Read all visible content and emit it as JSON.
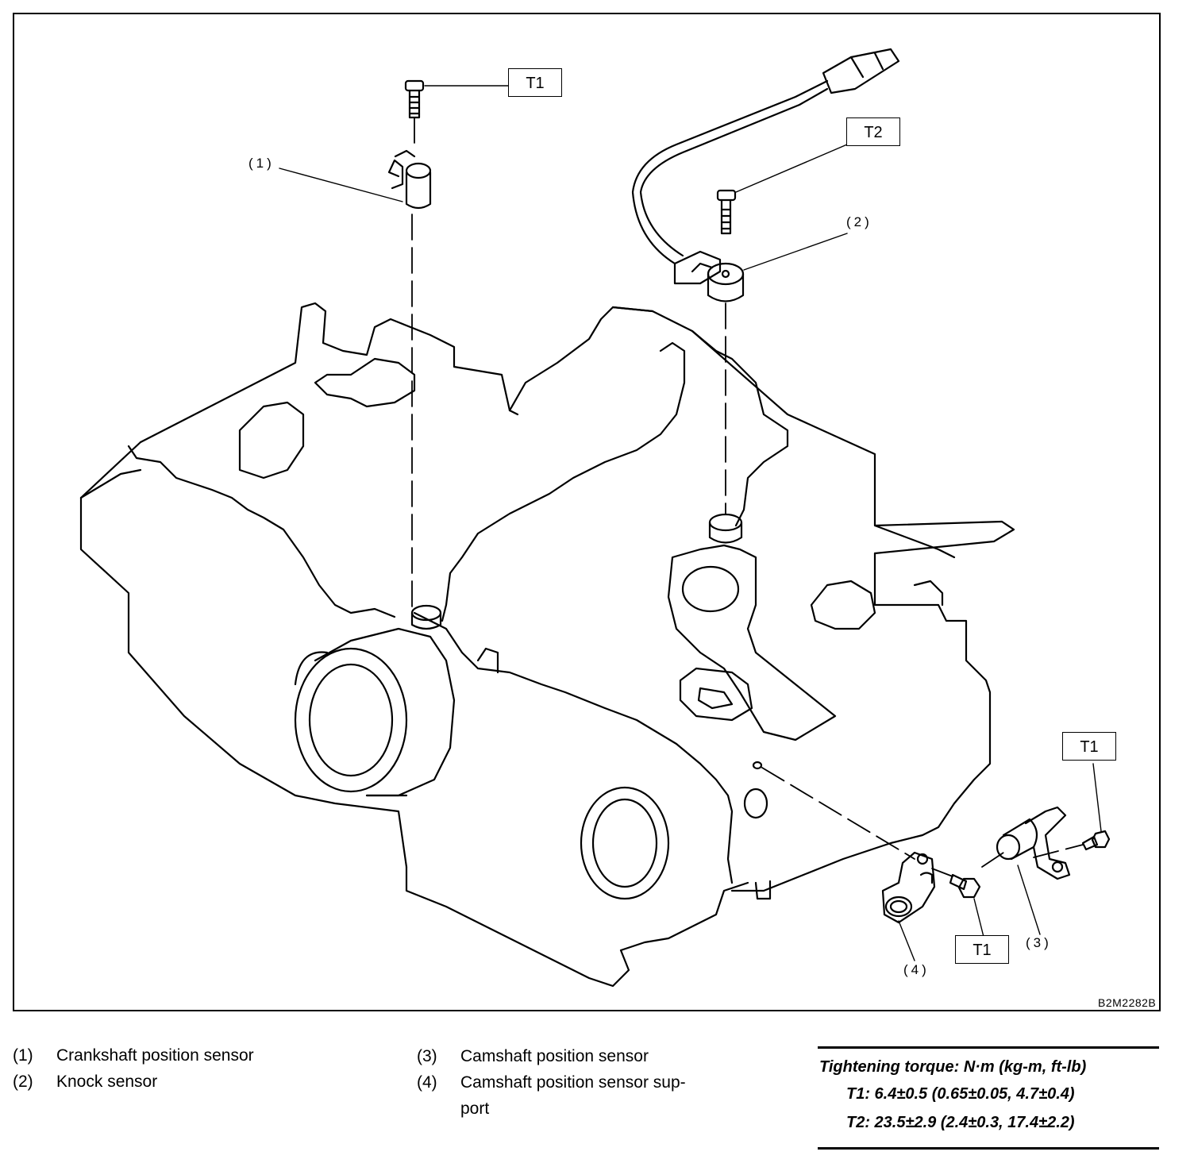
{
  "figure_id": "B2M2282B",
  "tags": {
    "t1_top": "T1",
    "t2": "T2",
    "t1_right": "T1",
    "t1_bottom": "T1"
  },
  "callouts": {
    "c1": "(1)",
    "c2": "(2)",
    "c3": "(3)",
    "c4": "(4)"
  },
  "legend": [
    {
      "num": "(1)",
      "text": "Crankshaft position sensor"
    },
    {
      "num": "(2)",
      "text": "Knock sensor"
    },
    {
      "num": "(3)",
      "text": "Camshaft position sensor"
    },
    {
      "num": "(4)",
      "text_line1": "Camshaft position sensor sup-",
      "text_line2": "port"
    }
  ],
  "torque": {
    "heading": "Tightening torque: N·m (kg-m, ft-lb)",
    "t1": "T1: 6.4±0.5 (0.65±0.05, 4.7±0.4)",
    "t2": "T2: 23.5±2.9 (2.4±0.3, 17.4±2.2)"
  }
}
